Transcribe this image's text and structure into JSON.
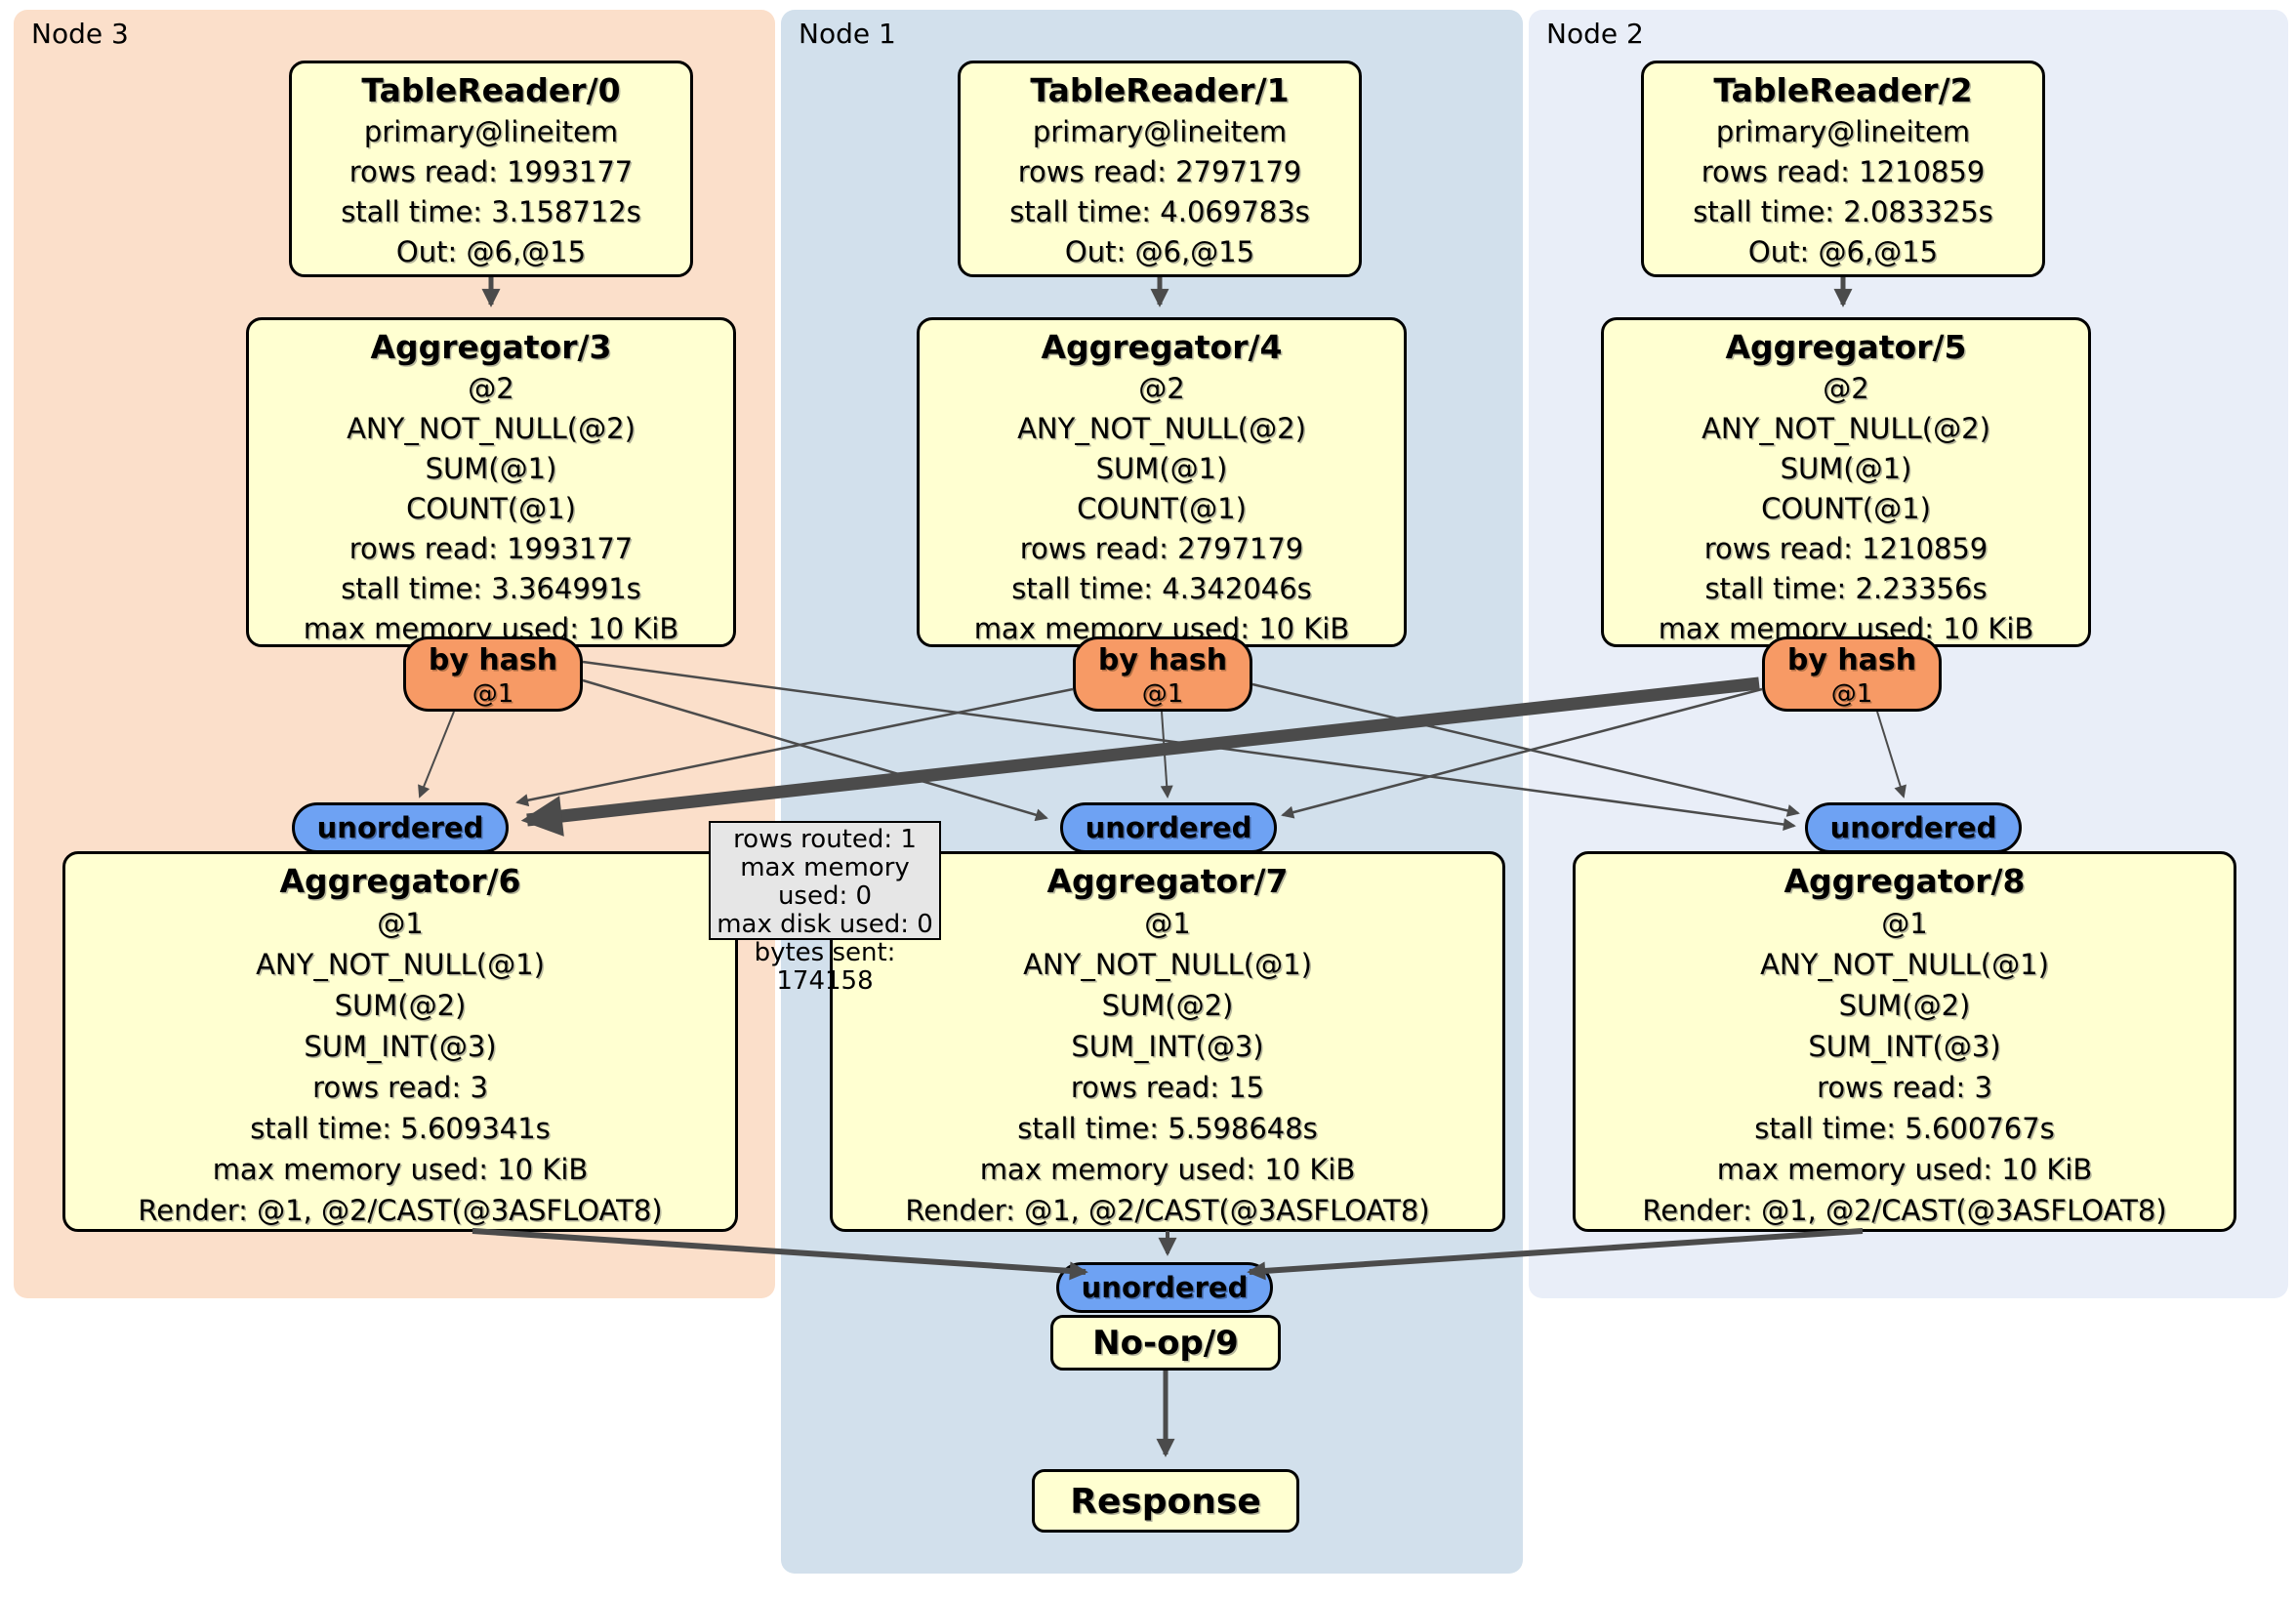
{
  "nodes": [
    {
      "label": "Node 3",
      "table_reader": {
        "title": "TableReader/0",
        "lines": [
          "primary@lineitem",
          "rows read: 1993177",
          "stall time: 3.158712s",
          "Out: @6,@15"
        ]
      },
      "aggregator_top": {
        "title": "Aggregator/3",
        "lines": [
          "@2",
          "ANY_NOT_NULL(@2)",
          "SUM(@1)",
          "COUNT(@1)",
          "rows read: 1993177",
          "stall time: 3.364991s",
          "max memory used: 10 KiB"
        ]
      },
      "router": {
        "label": "by hash",
        "key": "@1"
      },
      "collector": {
        "label": "unordered"
      },
      "aggregator_bottom": {
        "title": "Aggregator/6",
        "lines": [
          "@1",
          "ANY_NOT_NULL(@1)",
          "SUM(@2)",
          "SUM_INT(@3)",
          "rows read: 3",
          "stall time: 5.609341s",
          "max memory used: 10 KiB",
          "Render: @1, @2/CAST(@3ASFLOAT8)"
        ]
      }
    },
    {
      "label": "Node 1",
      "table_reader": {
        "title": "TableReader/1",
        "lines": [
          "primary@lineitem",
          "rows read: 2797179",
          "stall time: 4.069783s",
          "Out: @6,@15"
        ]
      },
      "aggregator_top": {
        "title": "Aggregator/4",
        "lines": [
          "@2",
          "ANY_NOT_NULL(@2)",
          "SUM(@1)",
          "COUNT(@1)",
          "rows read: 2797179",
          "stall time: 4.342046s",
          "max memory used: 10 KiB"
        ]
      },
      "router": {
        "label": "by hash",
        "key": "@1"
      },
      "collector": {
        "label": "unordered"
      },
      "aggregator_bottom": {
        "title": "Aggregator/7",
        "lines": [
          "@1",
          "ANY_NOT_NULL(@1)",
          "SUM(@2)",
          "SUM_INT(@3)",
          "rows read: 15",
          "stall time: 5.598648s",
          "max memory used: 10 KiB",
          "Render: @1, @2/CAST(@3ASFLOAT8)"
        ]
      }
    },
    {
      "label": "Node 2",
      "table_reader": {
        "title": "TableReader/2",
        "lines": [
          "primary@lineitem",
          "rows read: 1210859",
          "stall time: 2.083325s",
          "Out: @6,@15"
        ]
      },
      "aggregator_top": {
        "title": "Aggregator/5",
        "lines": [
          "@2",
          "ANY_NOT_NULL(@2)",
          "SUM(@1)",
          "COUNT(@1)",
          "rows read: 1210859",
          "stall time: 2.23356s",
          "max memory used: 10 KiB"
        ]
      },
      "router": {
        "label": "by hash",
        "key": "@1"
      },
      "collector": {
        "label": "unordered"
      },
      "aggregator_bottom": {
        "title": "Aggregator/8",
        "lines": [
          "@1",
          "ANY_NOT_NULL(@1)",
          "SUM(@2)",
          "SUM_INT(@3)",
          "rows read: 3",
          "stall time: 5.600767s",
          "max memory used: 10 KiB",
          "Render: @1, @2/CAST(@3ASFLOAT8)"
        ]
      }
    }
  ],
  "bottom": {
    "collector": "unordered",
    "noop": "No-op/9",
    "response": "Response"
  },
  "tooltip": {
    "lines": [
      "rows routed: 1",
      "max memory used: 0",
      "max disk used: 0",
      "bytes sent: 174158"
    ]
  },
  "colors": {
    "node3_bg": "#fbdfca",
    "node1_bg": "#d2e0ec",
    "node2_bg": "#e9eef8",
    "processor_fill": "#ffffd1",
    "router_fill": "#f79a65",
    "collector_fill": "#6ea2f3",
    "edge": "#4b4b4b",
    "tooltip_bg": "#e6e6e6"
  }
}
